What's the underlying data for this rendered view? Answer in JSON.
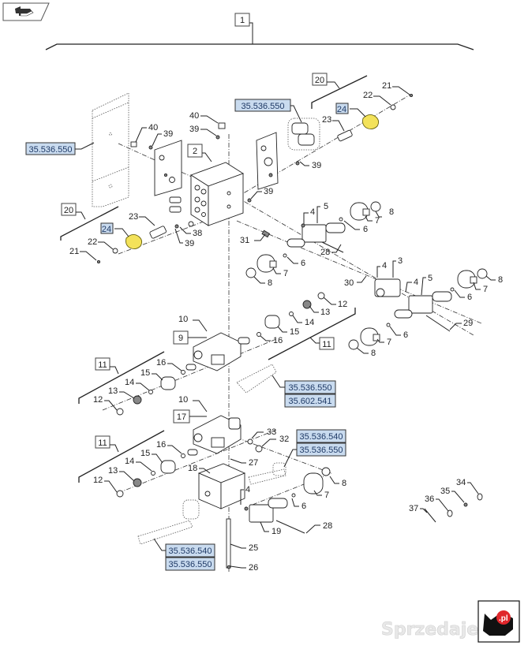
{
  "nav": {
    "back_icon": "return-arrow-icon"
  },
  "groups": {
    "g1": "1",
    "g2": "2",
    "g9": "9",
    "g17": "17",
    "g20a": "20",
    "g20b": "20",
    "g11a": "11",
    "g11b": "11",
    "g11c": "11",
    "g24a": "24",
    "g24b": "24"
  },
  "refs": {
    "r_top": "35.536.550",
    "r_left": "35.536.550",
    "r_mid1": "35.536.550",
    "r_mid2": "35.602.541",
    "r_low1": "35.536.540",
    "r_low2": "35.536.550",
    "r_bot1": "35.536.540",
    "r_bot2": "35.536.550"
  },
  "callouts": {
    "c40a": "40",
    "c39a": "39",
    "c40b": "40",
    "c39b": "39",
    "c21a": "21",
    "c22a": "22",
    "c23a": "23",
    "c39c": "39",
    "c39d": "39",
    "c23b": "23",
    "c38": "38",
    "c39e": "39",
    "c22b": "22",
    "c21b": "21",
    "c31": "31",
    "c4a": "4",
    "c5a": "5",
    "c8a": "8",
    "c7a": "7",
    "c6a": "6",
    "c28a": "28",
    "c6b": "6",
    "c7b": "7",
    "c8b": "8",
    "c30": "30",
    "c4b": "4",
    "c3": "3",
    "c4c": "4",
    "c5b": "5",
    "c8c": "8",
    "c7c": "7",
    "c6c": "6",
    "c29": "29",
    "c6d": "6",
    "c7d": "7",
    "c8d": "8",
    "c12a": "12",
    "c13a": "13",
    "c14a": "14",
    "c15a": "15",
    "c16a": "16",
    "c10a": "10",
    "c16b": "16",
    "c15b": "15",
    "c14b": "14",
    "c13b": "13",
    "c12b": "12",
    "c10b": "10",
    "c33": "33",
    "c32": "32",
    "c27": "27",
    "c16c": "16",
    "c15c": "15",
    "c14c": "14",
    "c13c": "13",
    "c12c": "12",
    "c18": "18",
    "c8e": "8",
    "c7e": "7",
    "c6e": "6",
    "c4d": "4",
    "c19": "19",
    "c28b": "28",
    "c25": "25",
    "c26": "26",
    "c34": "34",
    "c35": "35",
    "c36": "36",
    "c37": "37"
  },
  "watermark": {
    "text": "Sprzedajemy",
    "logo_text": ".pl"
  },
  "colors": {
    "ref_fill": "#c9dbef",
    "ref_text": "#1f3a66",
    "highlight_part": "#f3e25a",
    "logo_red": "#e0262b"
  }
}
